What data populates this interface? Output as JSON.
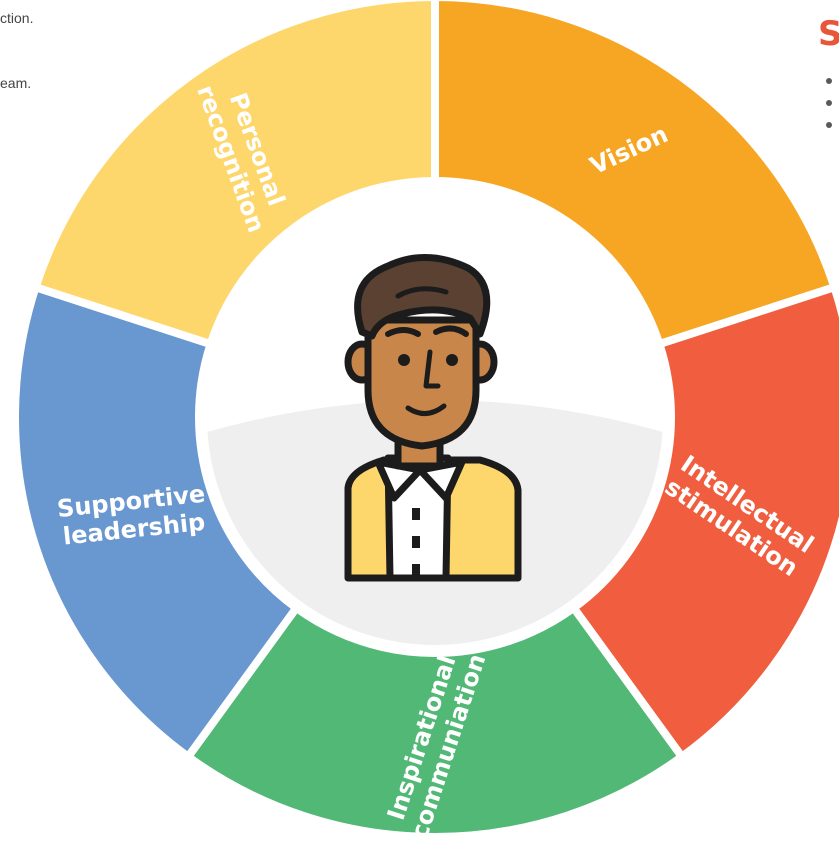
{
  "side_text": {
    "fragment_1": "ction.",
    "fragment_2": "eam.",
    "right_heading": "S"
  },
  "diagram": {
    "center": "leader-avatar",
    "segments": [
      {
        "id": "vision",
        "lines": [
          "Vision"
        ],
        "color": "#f6a623"
      },
      {
        "id": "intellectual-stimulation",
        "lines": [
          "Intellectual",
          "stimulation"
        ],
        "color": "#f05e3f"
      },
      {
        "id": "inspirational-communication",
        "lines": [
          "Inspirational",
          "communiation"
        ],
        "color": "#52b876"
      },
      {
        "id": "supportive-leadership",
        "lines": [
          "Supportive",
          "leadership"
        ],
        "color": "#6997cf"
      },
      {
        "id": "personal-recognition",
        "lines": [
          "Personal",
          "recognition"
        ],
        "color": "#fdd66c"
      }
    ]
  },
  "colors": {
    "hub_light": "#ffffff",
    "hub_shade": "#efefef",
    "skin": "#c8864a",
    "hair": "#5a4132",
    "jacket": "#fdd66c",
    "outline": "#1c1c1c"
  }
}
